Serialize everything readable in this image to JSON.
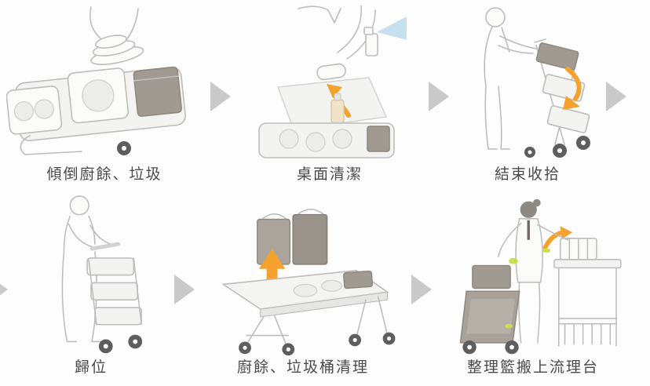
{
  "steps": [
    {
      "label": "傾倒廚餘、垃圾",
      "illustration": "dump-food-waste"
    },
    {
      "label": "桌面清潔",
      "illustration": "table-cleaning"
    },
    {
      "label": "結束收拾",
      "illustration": "finish-collecting"
    },
    {
      "label": "歸位",
      "illustration": "return-cart"
    },
    {
      "label": "廚餘、垃圾桶清理",
      "illustration": "bin-cleaning"
    },
    {
      "label": "整理籃搬上流理台",
      "illustration": "basket-to-counter"
    }
  ],
  "icons": {
    "flow_arrow": "triangle-right"
  },
  "colors": {
    "accent": "#F5A12E",
    "flow_arrow": "#C9C9C9",
    "text": "#4A4A4A",
    "line": "#BDBDBD",
    "dark_bin": "#A19A92",
    "spray_blue": "#AFD3E8",
    "highlight_green": "#CBDF4E",
    "wheel": "#5E5E5E"
  }
}
